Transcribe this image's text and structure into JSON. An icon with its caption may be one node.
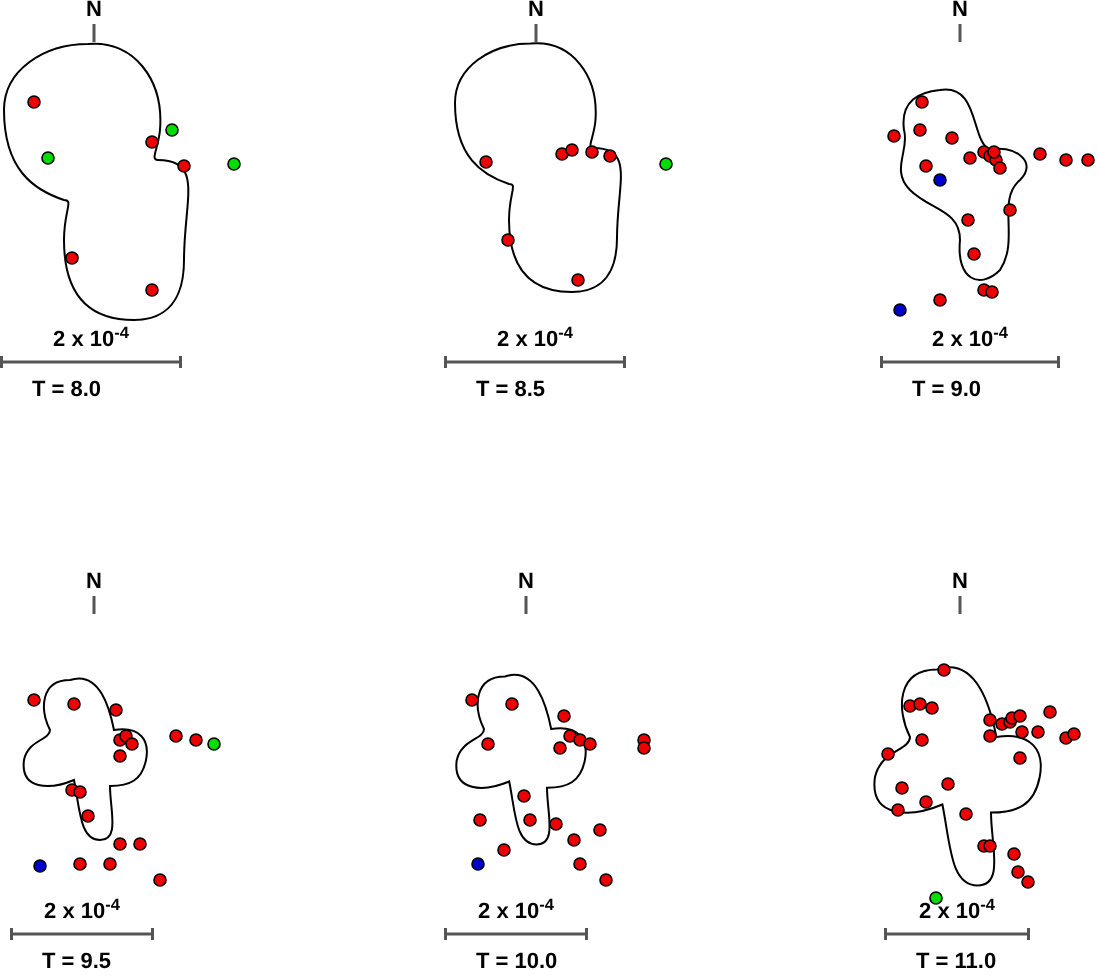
{
  "diagram": {
    "labels": [
      "N",
      "N",
      "N",
      "2 x 10$^{-4}$",
      "2 x 10$^{-4}$",
      "2 x 10$^{-4}$",
      "T = 8.0",
      "T = 8.5",
      "T = 9.0",
      "N",
      "N",
      "N",
      "2 x 10$^{-4}$",
      "2 x 10$^{-4}$",
      "2 x 10$^{-4}$",
      "T = 9.5",
      "T = 10.0",
      "T = 11.0"
    ]
  }
}
